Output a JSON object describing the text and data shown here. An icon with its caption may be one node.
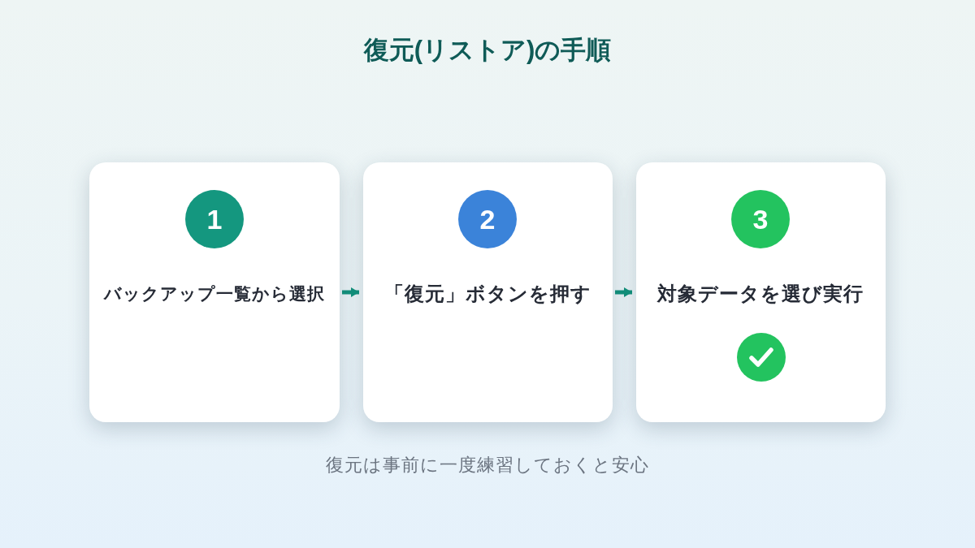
{
  "diagram": {
    "title": "復元(リストア)の手順",
    "nodes": [
      {
        "text": [
          "バックアップ一覧から選択"
        ]
      },
      {
        "text": [
          "1"
        ],
        "in": 0
      },
      {
        "text": [
          "「復元」ボタンを押す"
        ]
      },
      {
        "text": [
          "2"
        ],
        "in": 2
      },
      {
        "text": [
          "対象データを選び実行"
        ]
      },
      {
        "text": [
          "3"
        ],
        "in": 4
      }
    ],
    "edges": [
      {
        "from": 0,
        "to": 2,
        "arrow": "to"
      },
      {
        "from": 2,
        "to": 4,
        "arrow": "to"
      }
    ],
    "caption": "復元は事前に一度練習しておくと安心"
  }
}
